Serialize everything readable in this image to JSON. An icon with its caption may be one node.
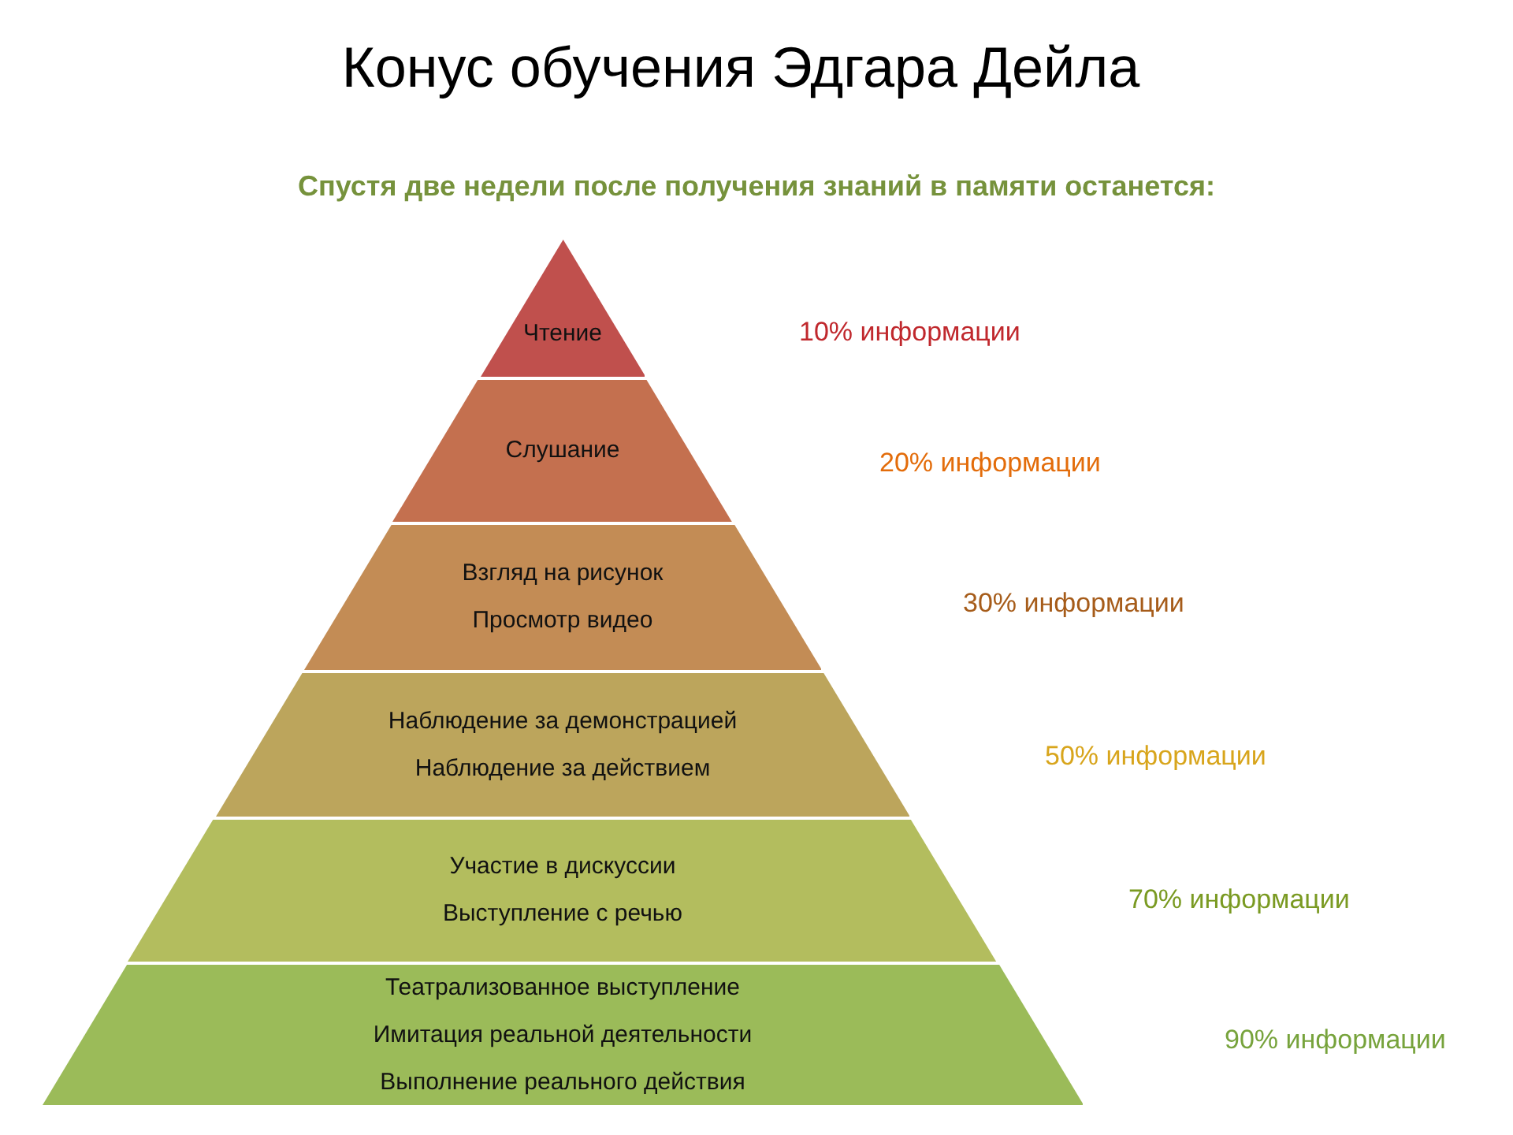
{
  "diagram": {
    "title": "Конус обучения Эдгара Дейла",
    "nodes": [
      {
        "text": [
          "Чтение"
        ]
      },
      {
        "text": [
          "Слушание"
        ]
      },
      {
        "text": [
          "Взгляд на рисунок",
          "Просмотр видео"
        ]
      },
      {
        "text": [
          "Наблюдение за демонстрацией",
          "Наблюдение за действием"
        ]
      },
      {
        "text": [
          "Участие в дискуссии",
          "Выступление с речью"
        ]
      },
      {
        "text": [
          "Театрализованное выступление",
          "Имитация реальной деятельности",
          "Выполнение реального действия"
        ]
      }
    ],
    "labels": [
      "Спустя две недели после получения знаний в памяти останется:",
      "10% информации",
      "20% информации",
      "30% информации",
      "50% информации",
      "70% информации",
      "90% информации"
    ]
  }
}
